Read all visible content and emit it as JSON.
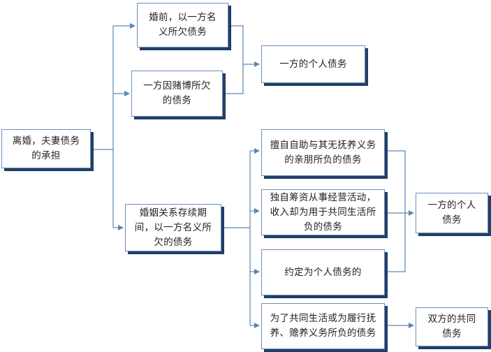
{
  "nodes": {
    "root": "离婚，夫妻债务的承担",
    "before_marriage": "婚前，以一方名义所欠债务",
    "gambling": "一方因赌博所欠的债务",
    "personal_debt_top": "一方的个人债务",
    "during_marriage": "婚姻关系存续期间，以一方名义所欠的债务",
    "unauthorized_support": "擅自自助与其无抚养义务的亲朋所负的债务",
    "independent_business": "独自筹资从事经营活动，收入却为用于共同生活所负的债务",
    "agreed_personal": "约定为个人债务的",
    "common_life": "为了共同生活或为履行抚养、赡养义务所负的债务",
    "personal_debt_right": "一方的个人债务",
    "joint_debt": "双方的共同债务"
  },
  "colors": {
    "border": "#6a8fb8",
    "shadow": "#1f3f66",
    "line": "#5b86b5"
  }
}
